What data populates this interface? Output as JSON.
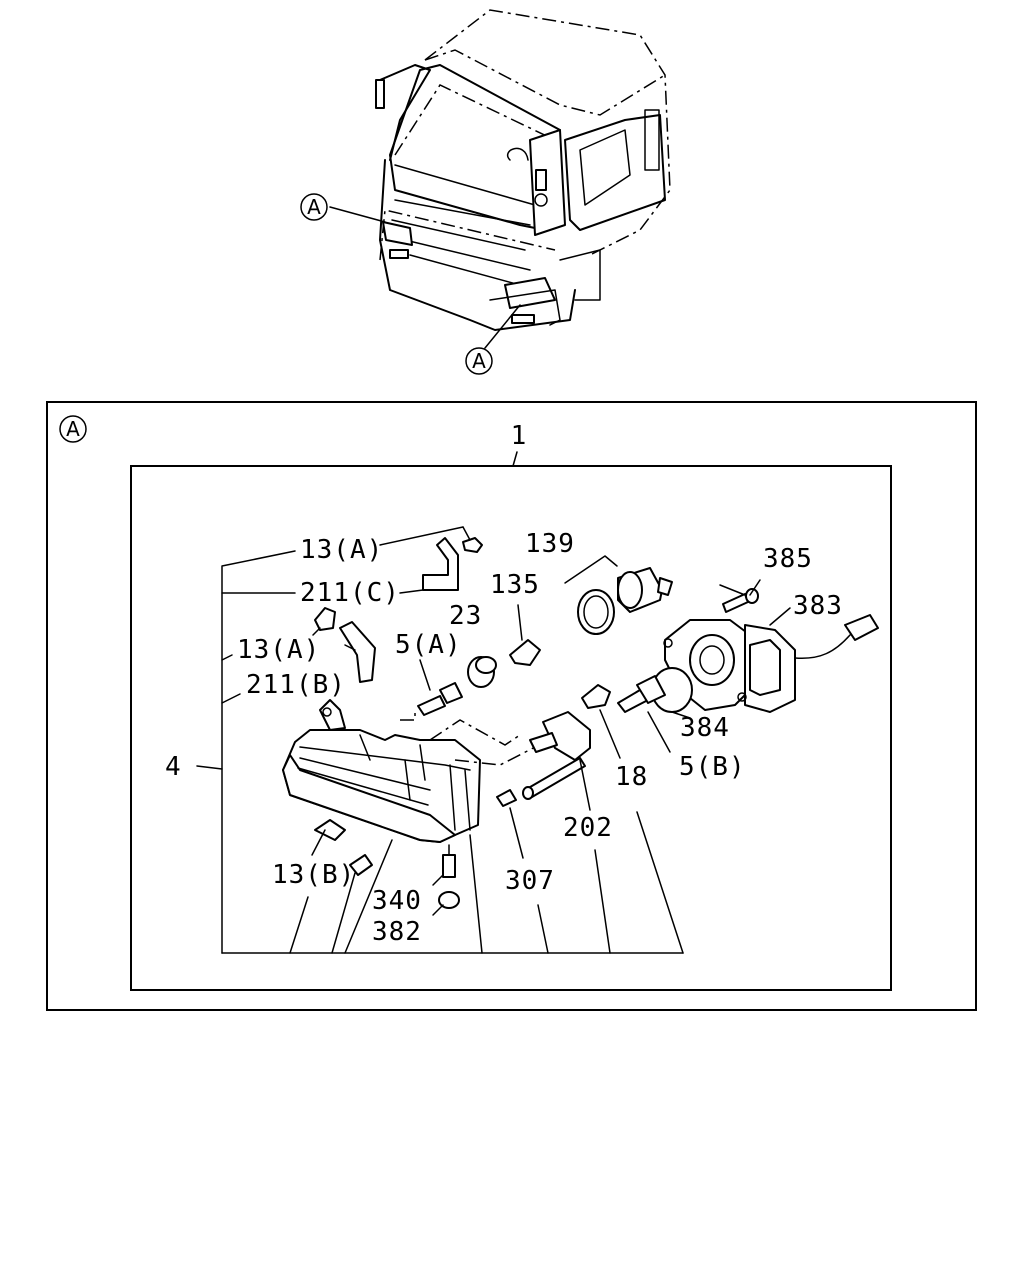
{
  "callouts": {
    "front_view_upper": "A",
    "front_view_lower": "A",
    "detail_marker": "A"
  },
  "labels": {
    "assembly": "1",
    "housing": "4",
    "clip_a_top": "13(A)",
    "bracket_c": "211(C)",
    "clip_a_left": "13(A)",
    "bracket_b": "211(B)",
    "bulb_a": "5(A)",
    "part_23": "23",
    "part_135": "135",
    "part_139": "139",
    "part_385": "385",
    "part_383": "383",
    "part_384": "384",
    "bulb_b": "5(B)",
    "part_18": "18",
    "part_202": "202",
    "part_307": "307",
    "clip_b": "13(B)",
    "part_340": "340",
    "part_382": "382"
  }
}
